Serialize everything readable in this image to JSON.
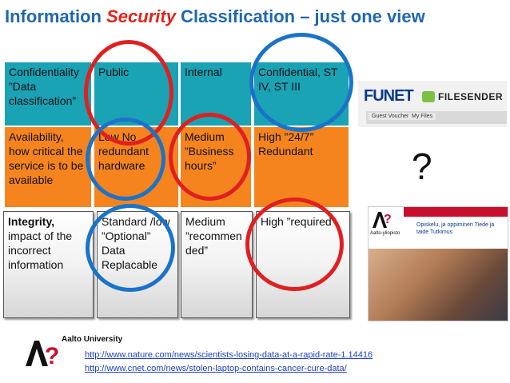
{
  "title": {
    "part1": "Information ",
    "emphasis": "Security",
    "part2": " Classification – just one view"
  },
  "rows": {
    "confidentiality": {
      "label": "Confidentiality ”Data classification”",
      "public": "Public",
      "internal": "Internal",
      "confidential": "Confidential, ST IV, ST III"
    },
    "availability": {
      "label": "Availability, how critical the service is to be available",
      "low": "Low No redundant hardware",
      "medium": "Medium ”Business hours”",
      "high": "High ”24/7” Redundant"
    },
    "integrity": {
      "label_bold": "Integrity,",
      "label_rest": "impact of the incorrect information",
      "standard": "Standard /low ”Optional” Data Replacable",
      "medium": "Medium ”recommen ded”",
      "high": "High ”required”"
    }
  },
  "funet": {
    "logo_text": "FUNET",
    "filesender_text": "FILESENDER",
    "tabs": [
      "Guest Voucher",
      "My Files"
    ]
  },
  "question_mark": "?",
  "aalto_web": {
    "logo_caption": "Aalto-yliopisto",
    "snippet": "Opiskelu, ja oppiminen  Tiede ja taide  Tutkimus"
  },
  "footer": {
    "university": "Aalto University",
    "links": [
      "http://www.nature.com/news/scientists-losing-data-at-a-rapid-rate-1.14416",
      "http://www.cnet.com/news/stolen-laptop-contains-cancer-cure-data/"
    ]
  },
  "colors": {
    "title_blue": "#1f67b1",
    "security_red": "#e2231a",
    "teal_row": "#1aa2b5",
    "orange_row": "#f5841f",
    "circle_red": "#e02020",
    "circle_blue": "#1a73c9",
    "aalto_red": "#c8102e"
  }
}
